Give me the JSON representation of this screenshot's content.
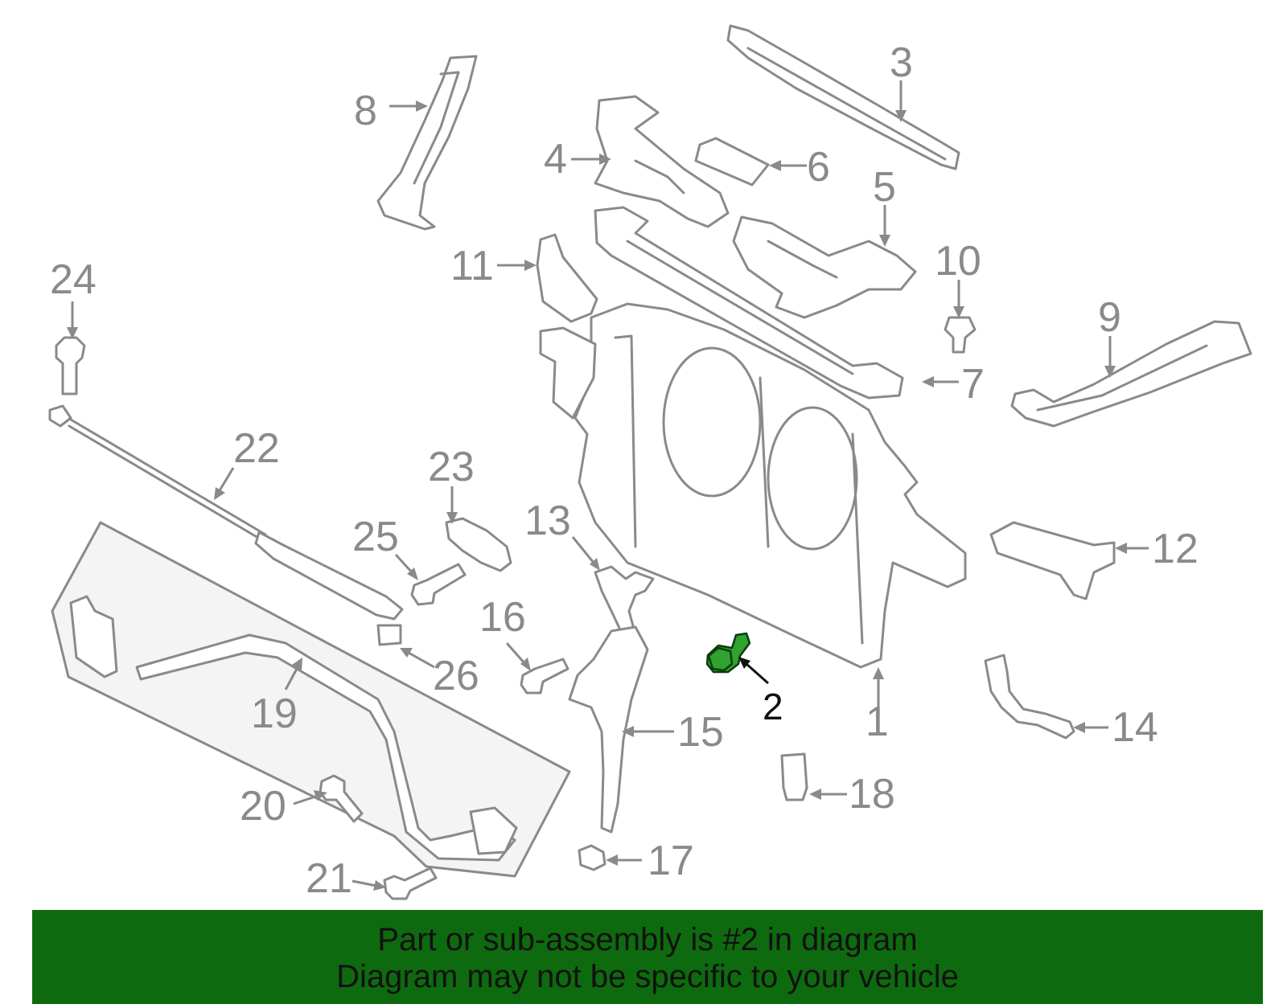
{
  "callouts": {
    "c1": "1",
    "c2": "2",
    "c3": "3",
    "c4": "4",
    "c5": "5",
    "c6": "6",
    "c7": "7",
    "c8": "8",
    "c9": "9",
    "c10": "10",
    "c11": "11",
    "c12": "12",
    "c13": "13",
    "c14": "14",
    "c15": "15",
    "c16": "16",
    "c17": "17",
    "c18": "18",
    "c19": "19",
    "c20": "20",
    "c21": "21",
    "c22": "22",
    "c23": "23",
    "c24": "24",
    "c25": "25",
    "c26": "26"
  },
  "highlight": {
    "part_number": "2",
    "color": "#2fa22f"
  },
  "banner": {
    "line1": "Part or sub-assembly is #2 in diagram",
    "line2": "Diagram may not be specific to your vehicle",
    "background": "#0e6a0e"
  }
}
